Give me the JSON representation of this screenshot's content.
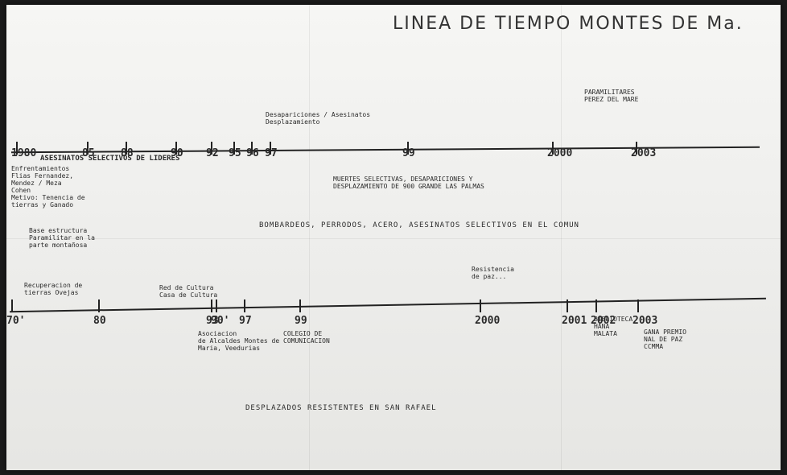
{
  "photo": {
    "title": "LINEA DE TIEMPO MONTES DE Ma.",
    "upper_timeline": {
      "years": [
        "1980",
        "85",
        "88",
        "90",
        "92",
        "95",
        "96",
        "97",
        "99",
        "2000",
        "2003"
      ],
      "left_notes": "Enfrentamientos\nFlias Fernandez,\nMendez / Meza\nCohen\nMetivo: Tenencia de\ntierras y Ganado",
      "asesinatos": "ASESINATOS SELECTIVOS DE LIDERES",
      "bombardeos": "BOMBARDEOS, PERRODOS, ACERO, ASESINATOS SELECTIVOS EN EL COMUN",
      "desplazamiento": "MUERTES SELECTIVAS, DESAPARICIONES Y\nDESPLAZAMIENTO DE 900 GRANDE LAS PALMAS",
      "palmas": "Desapariciones / Asesinatos\nDesplazamiento",
      "base": "Base estructura\nParamilitar en la\nparte montañosa",
      "paramilitares": "PARAMILITARES\nPEREZ DEL MARE"
    },
    "lower_timeline": {
      "years": [
        "70'",
        "80",
        "90'",
        "93",
        "97",
        "99",
        "2000",
        "2001",
        "2002",
        "2003"
      ],
      "desplazados": "DESPLAZADOS RESISTENTES EN SAN RAFAEL",
      "resistencia": "Resistencia\nde paz...",
      "asoc": "Asociacion\nde Alcaldes Montes de\nMaria, Veedurias",
      "colegio": "COLEGIO DE\nCOMUNICACION",
      "biblioteca": "BIBLIOTECA\nHANA\nMALATA",
      "gano": "GANA PREMIO\nNAL DE PAZ\nCCMMA",
      "casa": "Red de Cultura\nCasa de Cultura",
      "recuperacion": "Recuperacion de\ntierras Ovejas"
    }
  }
}
